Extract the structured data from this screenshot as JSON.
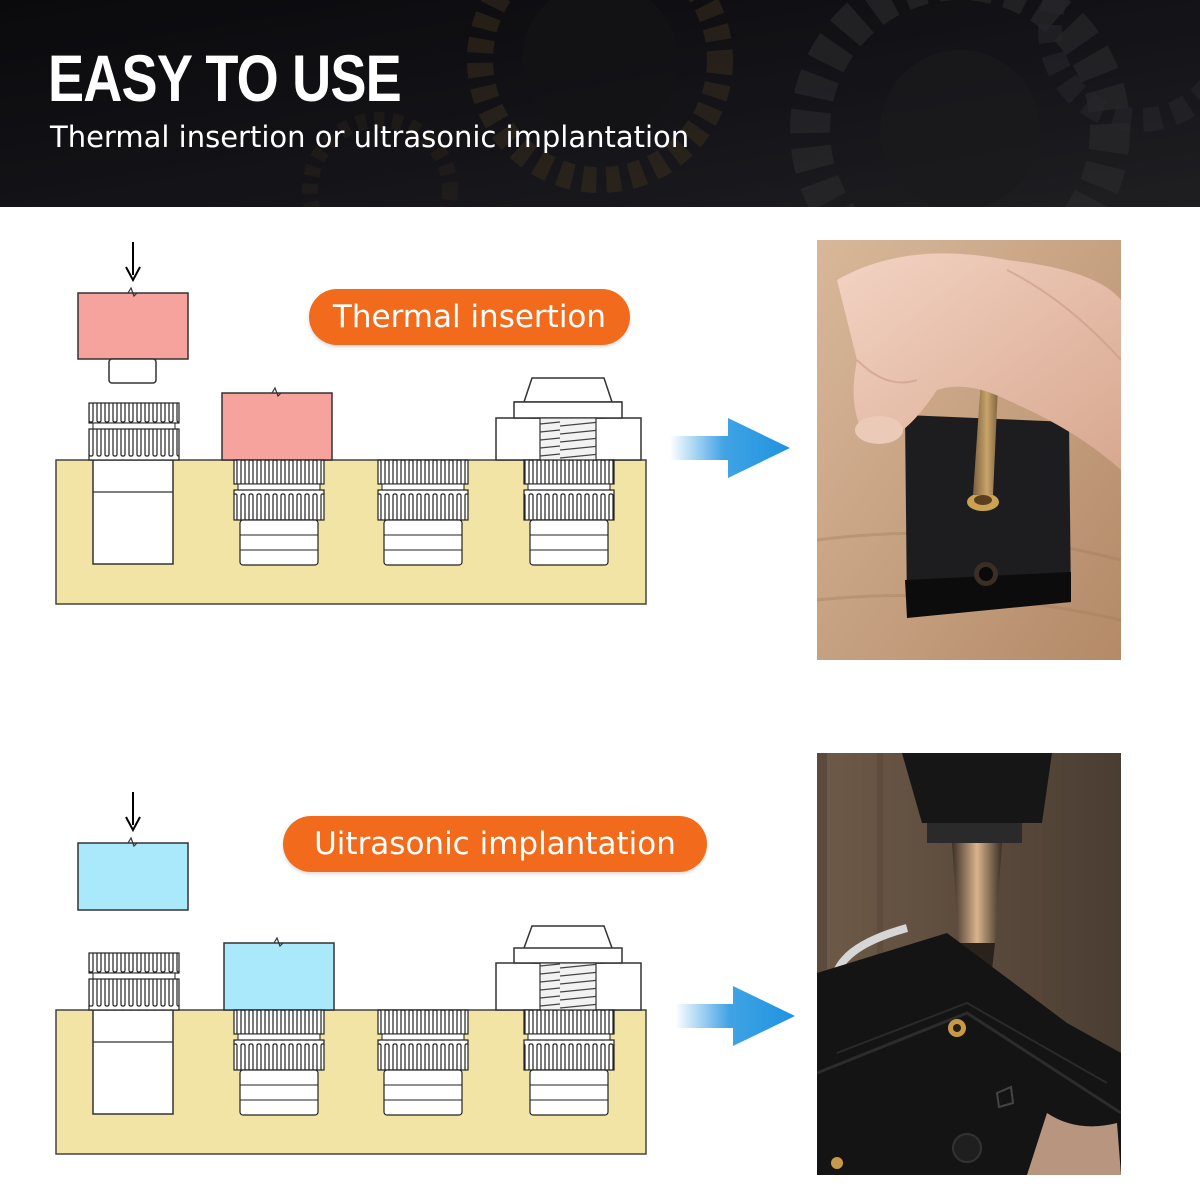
{
  "header": {
    "title": "EASY TO USE",
    "subtitle": "Thermal insertion or ultrasonic implantation"
  },
  "sections": [
    {
      "label": "Thermal insertion",
      "tool_color": "#f5a39c",
      "photo_subject": "hand pressing a soldering iron tip to insert a brass knurled insert into a black plastic block on a wooden table"
    },
    {
      "label": "Uitrasonic implantation",
      "tool_color": "#aae8fb",
      "photo_subject": "ultrasonic horn pressing a brass insert into a black plastic housing"
    }
  ],
  "colors": {
    "accent": "#f26a1b",
    "base_plate": "#f1e4a4",
    "arrow": "#1f93e0",
    "header_bg": "#15151a"
  },
  "icons": {
    "direction_arrow": "blue-right-arrow-icon",
    "press_arrow": "down-arrow-icon"
  }
}
